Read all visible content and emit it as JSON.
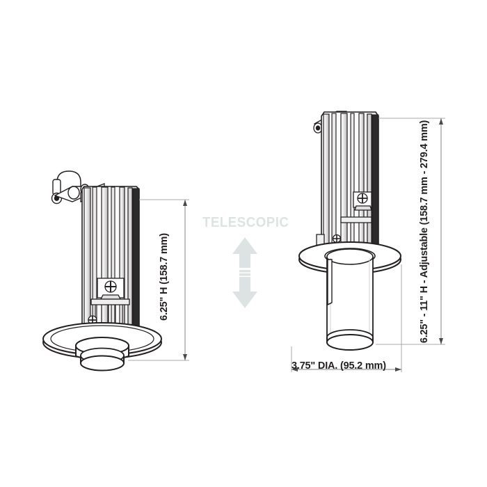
{
  "drawing": {
    "title_text": "TELESCOPIC",
    "background_color": "#ffffff",
    "line_color": "#231f20",
    "dimension_line_color": "#8c8c8c",
    "telescopic_color": "#dde3e3",
    "views": [
      {
        "name": "retracted-view",
        "position": "left",
        "description": "Recessed telescopic light fixture shown in fully retracted position with safety cable clip"
      },
      {
        "name": "extended-view",
        "position": "right",
        "description": "Recessed telescopic light fixture shown in extended position with trim flange and drop cylinder"
      }
    ]
  },
  "dimensions": {
    "left_height": "6.25\" H (158.7 mm)",
    "right_height": "6.25\" - 11\" H - Adjustable (158.7 mm - 279.4 mm)",
    "bottom_diameter": "3.75\" DIA. (95.2 mm)"
  },
  "annotations": {
    "telescopic": "TELESCOPIC",
    "arrow_up": "up-arrow",
    "arrow_down": "down-arrow"
  }
}
